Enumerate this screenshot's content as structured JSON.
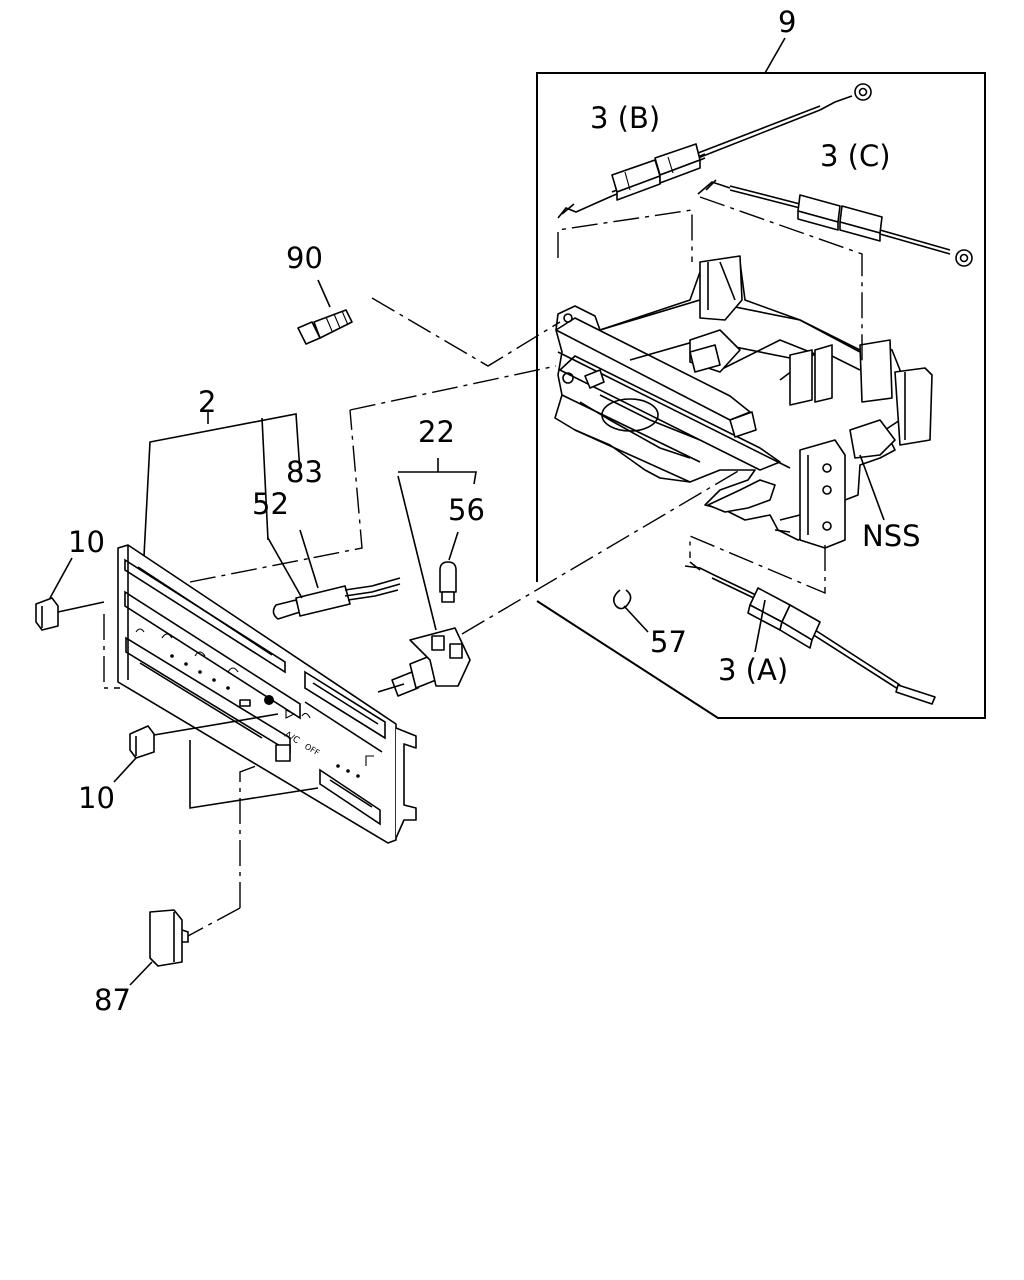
{
  "callouts": {
    "c9": "9",
    "c3b": "3 (B)",
    "c3c": "3 (C)",
    "c90": "90",
    "c2": "2",
    "c22": "22",
    "c83": "83",
    "c52": "52",
    "c56": "56",
    "c10a": "10",
    "c10b": "10",
    "cNSS": "NSS",
    "c57": "57",
    "c3a": "3 (A)",
    "c87": "87"
  },
  "panel_markings": {
    "ac_label": "A/C",
    "off_label": "OFF"
  },
  "colors": {
    "ink": "#000000",
    "paper": "#ffffff"
  }
}
